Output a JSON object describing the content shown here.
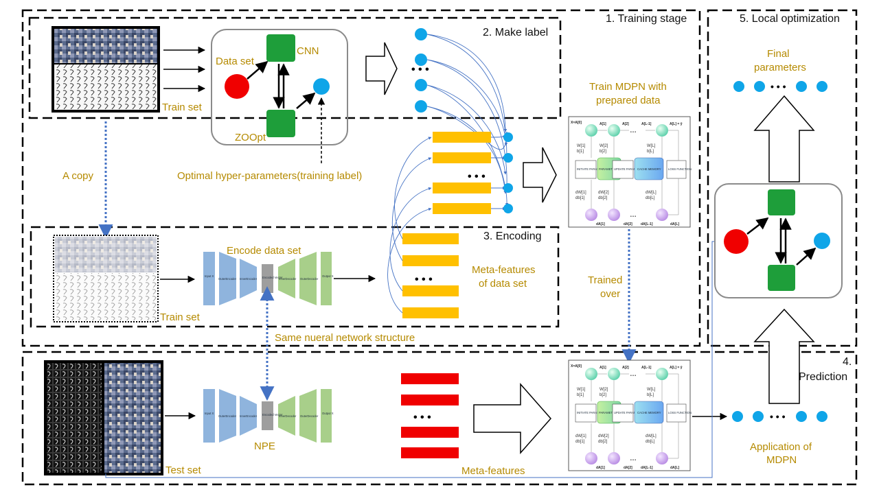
{
  "stages": {
    "training": "1. Training stage",
    "make_label": "2. Make label",
    "encoding": "3. Encoding",
    "prediction_line1": "4.",
    "prediction_line2": "Prediction",
    "local_opt": "5. Local optimization"
  },
  "labels": {
    "data_set": "Data set",
    "cnn": "CNN",
    "zoopt": "ZOOpt",
    "train_set_top": "Train set",
    "a_copy": "A copy",
    "optimal_hp": "Optimal hyper-parameters(training label)",
    "train_mdpn_line1": "Train MDPN with",
    "train_mdpn_line2": "prepared data",
    "encode_data_set": "Encode data set",
    "meta_features_line1": "Meta-features",
    "meta_features_line2": "of data set",
    "train_set_mid": "Train set",
    "trained_over_line1": "Trained",
    "trained_over_line2": "over",
    "same_structure": "Same nueral network structure",
    "npe": "NPE",
    "test_set": "Test set",
    "meta_features": "Meta-features",
    "final_params_line1": "Final",
    "final_params_line2": "parameters",
    "application_line1": "Application of",
    "application_line2": "MDPN"
  },
  "encoder_layers": [
    "Input X",
    "OuterEncoder",
    "InnerEncoder",
    "Encoded Vector",
    "InnerDecoder",
    "OuterDecoder",
    "Output X"
  ],
  "mdpn_figure": {
    "top_labels": [
      "X=A[0]",
      "A[1]",
      "A[2]",
      "A[L-1]",
      "A[L] = ŷ"
    ],
    "mid_boxes": [
      "INITIATE PARAMETERS",
      "PARAMETERS VALUES",
      "UPDATE PARAMETERS",
      "CACHE MEMORY",
      "LOSS FUNCTION"
    ],
    "bottom_labels": [
      "dA[1]",
      "dA[2]",
      "dA[L-1]",
      "dA[L]"
    ],
    "ellipsis": "• • •"
  },
  "ellipsis": "• • •",
  "colors": {
    "label_gold": "#b58a00",
    "cnn_green": "#1e9e3a",
    "data_red": "#f00000",
    "param_blue": "#0fa5e8",
    "meta_yellow": "#ffc000",
    "meta_red": "#f00000",
    "enc_blue": "#8fb4dd",
    "enc_gray": "#9e9e9e",
    "dec_green": "#a8cf8a",
    "dotted_blue": "#4472c4"
  }
}
